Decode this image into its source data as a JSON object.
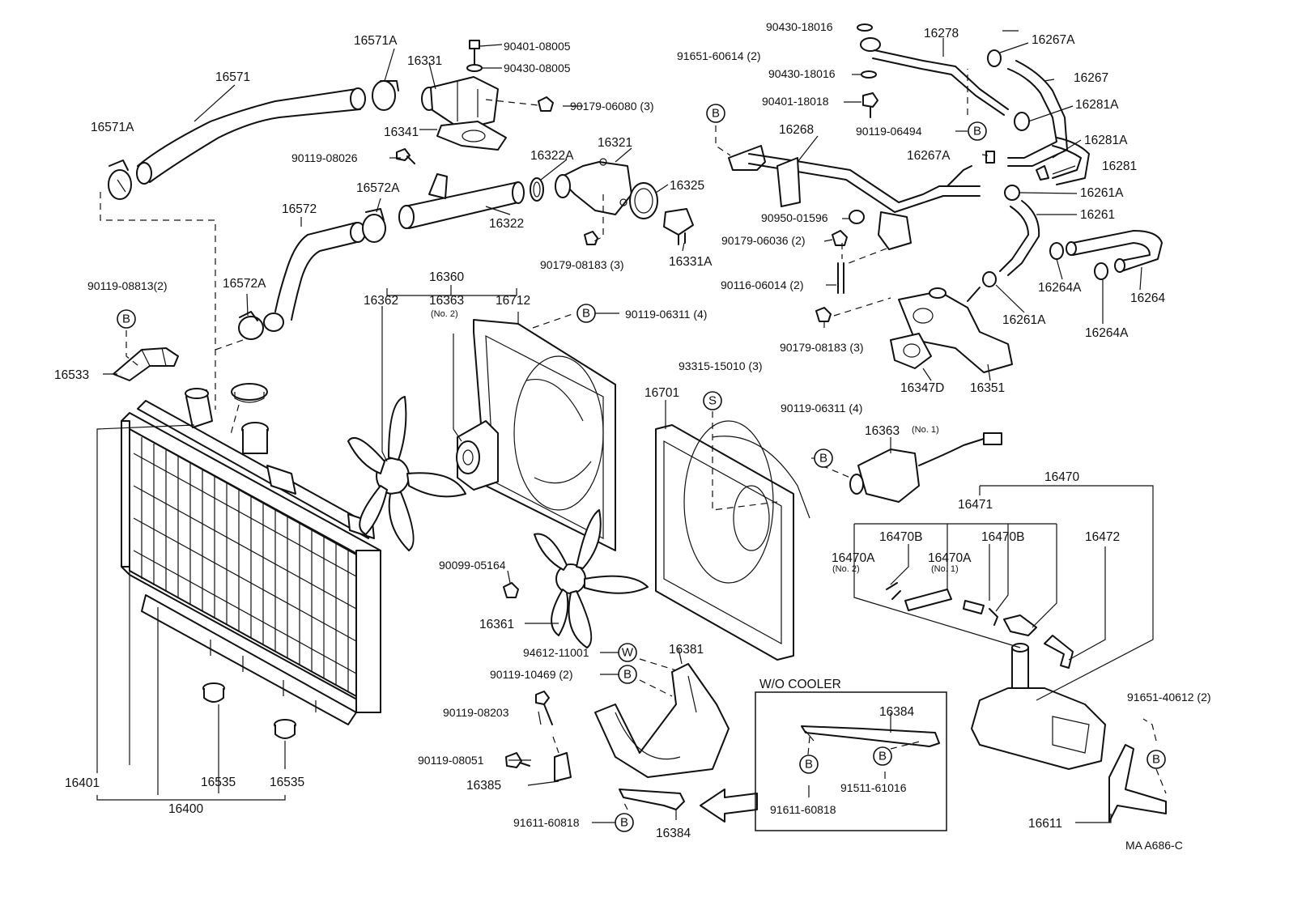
{
  "labels": {
    "p16571": "16571",
    "p16571A_top": "16571A",
    "p16571A_left": "16571A",
    "p16331": "16331",
    "p90401_08005": "90401-08005",
    "p90430_08005": "90430-08005",
    "p90179_06080": "90179-06080 (3)",
    "p16341": "16341",
    "p90119_08026": "90119-08026",
    "p16321": "16321",
    "p16322A": "16322A",
    "p16325": "16325",
    "p16322": "16322",
    "p16572": "16572",
    "p16572A_top": "16572A",
    "p16572A_low": "16572A",
    "p90179_08183_a": "90179-08183 (3)",
    "p16331A": "16331A",
    "p90119_08813": "90119-08813(2)",
    "p16533": "16533",
    "p16360": "16360",
    "p16362": "16362",
    "p16363": "16363",
    "p16363_no2": "(No. 2)",
    "p16712": "16712",
    "p90119_06311_a": "90119-06311 (4)",
    "p93315_15010": "93315-15010 (3)",
    "p16701": "16701",
    "p90119_06311_b": "90119-06311 (4)",
    "p16363b": "16363",
    "p16363b_no1": "(No. 1)",
    "p90430_18016_a": "90430-18016",
    "p16278": "16278",
    "p16267A_a": "16267A",
    "p91651_60614": "91651-60614 (2)",
    "p90430_18016_b": "90430-18016",
    "p16267": "16267",
    "p90401_18018": "90401-18018",
    "p16281A_a": "16281A",
    "p90119_06494": "90119-06494",
    "p16268": "16268",
    "p16267A_b": "16267A",
    "p16281A_b": "16281A",
    "p16281": "16281",
    "p16261A_a": "16261A",
    "p90950_01596": "90950-01596",
    "p16261": "16261",
    "p90179_06036": "90179-06036 (2)",
    "p90116_06014": "90116-06014 (2)",
    "p16264A_a": "16264A",
    "p16264": "16264",
    "p16261A_b": "16261A",
    "p90179_08183_b": "90179-08183 (3)",
    "p16264A_b": "16264A",
    "p16347D": "16347D",
    "p16351": "16351",
    "p16470": "16470",
    "p16471": "16471",
    "p16470B_a": "16470B",
    "p16470B_b": "16470B",
    "p16472": "16472",
    "p16470A_a": "16470A",
    "p16470A_a_no": "(No. 2)",
    "p16470A_b": "16470A",
    "p16470A_b_no": "(No. 1)",
    "p90099_05164": "90099-05164",
    "p16361": "16361",
    "p94612_11001": "94612-11001",
    "p16381": "16381",
    "p90119_10469": "90119-10469 (2)",
    "p90119_08203": "90119-08203",
    "p90119_08051": "90119-08051",
    "p16385": "16385",
    "p91611_60818_a": "91611-60818",
    "p16384_a": "16384",
    "wo_cooler": "W/O COOLER",
    "p16384_b": "16384",
    "p91611_60818_b": "91611-60818",
    "p91511_61016": "91511-61016",
    "p91651_40612": "91651-40612 (2)",
    "p16611": "16611",
    "p16401": "16401",
    "p16535_a": "16535",
    "p16535_b": "16535",
    "p16400": "16400",
    "code": "MA A686-C"
  },
  "symbols": {
    "b": "B",
    "s": "S",
    "w": "W"
  }
}
